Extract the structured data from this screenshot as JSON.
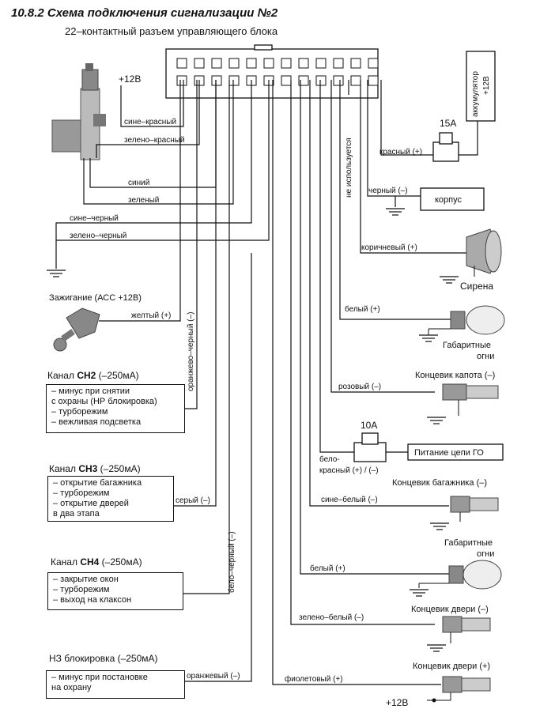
{
  "title": "10.8.2 Схема подключения сигнализации №2",
  "subtitle": "22–контактный разъем управляющего блока",
  "labels": {
    "plus12_top": "+12В",
    "plus12_bottom": "+12В",
    "battery": "аккумулятор +12В",
    "fuse15": "15А",
    "fuse10": "10А",
    "korpus": "корпус",
    "siren": "Сирена",
    "parking_lights_1": "Габаритные огни",
    "parking_lights_2": "Габаритные огни",
    "hood_switch": "Концевик капота (–)",
    "trunk_switch": "Концевик багажника (–)",
    "door_switch_minus": "Концевик двери (–)",
    "door_switch_plus": "Концевик двери (+)",
    "power_go": "Питание цепи ГО",
    "not_used": "не используется",
    "ignition": "Зажигание (АСС +12В)"
  },
  "wires": {
    "blue_red": "сине–красный",
    "green_red": "зелено–красный",
    "blue": "синий",
    "green": "зеленый",
    "blue_black": "сине–черный",
    "green_black": "зелено–черный",
    "yellow": "желтый (+)",
    "orange_black": "оранжево–черный (–)",
    "grey": "серый (–)",
    "white_black": "бело–черный (–)",
    "orange": "оранжевый (–)",
    "red": "красный (+)",
    "black": "черный (–)",
    "brown": "коричневый (+)",
    "white1": "белый (+)",
    "pink": "розовый (–)",
    "white_red_1": "бело-",
    "white_red_2": "красный (+) / (–)",
    "blue_white": "сине–белый (–)",
    "white2": "белый (+)",
    "green_white": "зелено–белый (–)",
    "violet": "фиолетовый (+)"
  },
  "channels": [
    {
      "prefix": "Канал ",
      "code": "CH2",
      "suffix": " (–250мА)",
      "items": [
        "– минус при снятии",
        "   с охраны (НР блокировка)",
        "– турборежим",
        "– вежливая подсветка"
      ]
    },
    {
      "prefix": "Канал ",
      "code": "CH3",
      "suffix": " (–250мА)",
      "items": [
        "– открытие багажника",
        "– турборежим",
        "– открытие дверей",
        "   в два этапа"
      ]
    },
    {
      "prefix": "Канал ",
      "code": "CH4",
      "suffix": " (–250мА)",
      "items": [
        "– закрытие окон",
        "– турборежим",
        "– выход на клаксон"
      ]
    },
    {
      "prefix": "НЗ блокировка (–250мА)",
      "code": "",
      "suffix": "",
      "items": [
        "– минус при постановке",
        "   на охрану"
      ]
    }
  ]
}
